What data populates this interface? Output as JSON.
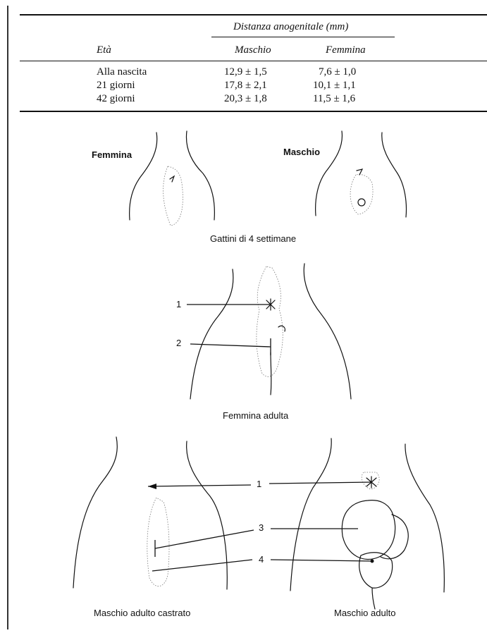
{
  "table": {
    "group_header": "Distanza anogenitale (mm)",
    "columns": [
      "Età",
      "Maschio",
      "Femmina"
    ],
    "rows": [
      {
        "age": "Alla nascita",
        "male": "12,9 ± 1,5",
        "female": "7,6 ± 1,0"
      },
      {
        "age": "21 giorni",
        "male": "17,8 ± 2,1",
        "female": "10,1 ± 1,1"
      },
      {
        "age": "42 giorni",
        "male": "20,3 ± 1,8",
        "female": "11,5 ± 1,6"
      }
    ]
  },
  "figures": {
    "kittens": {
      "female_label": "Femmina",
      "male_label": "Maschio",
      "caption": "Gattini di 4 settimane"
    },
    "adult_female": {
      "caption": "Femmina adulta",
      "markers": [
        "1",
        "2"
      ]
    },
    "adult_males": {
      "markers": [
        "1",
        "3",
        "4"
      ],
      "castrated_caption": "Maschio adulto castrato",
      "intact_caption": "Maschio adulto"
    }
  }
}
